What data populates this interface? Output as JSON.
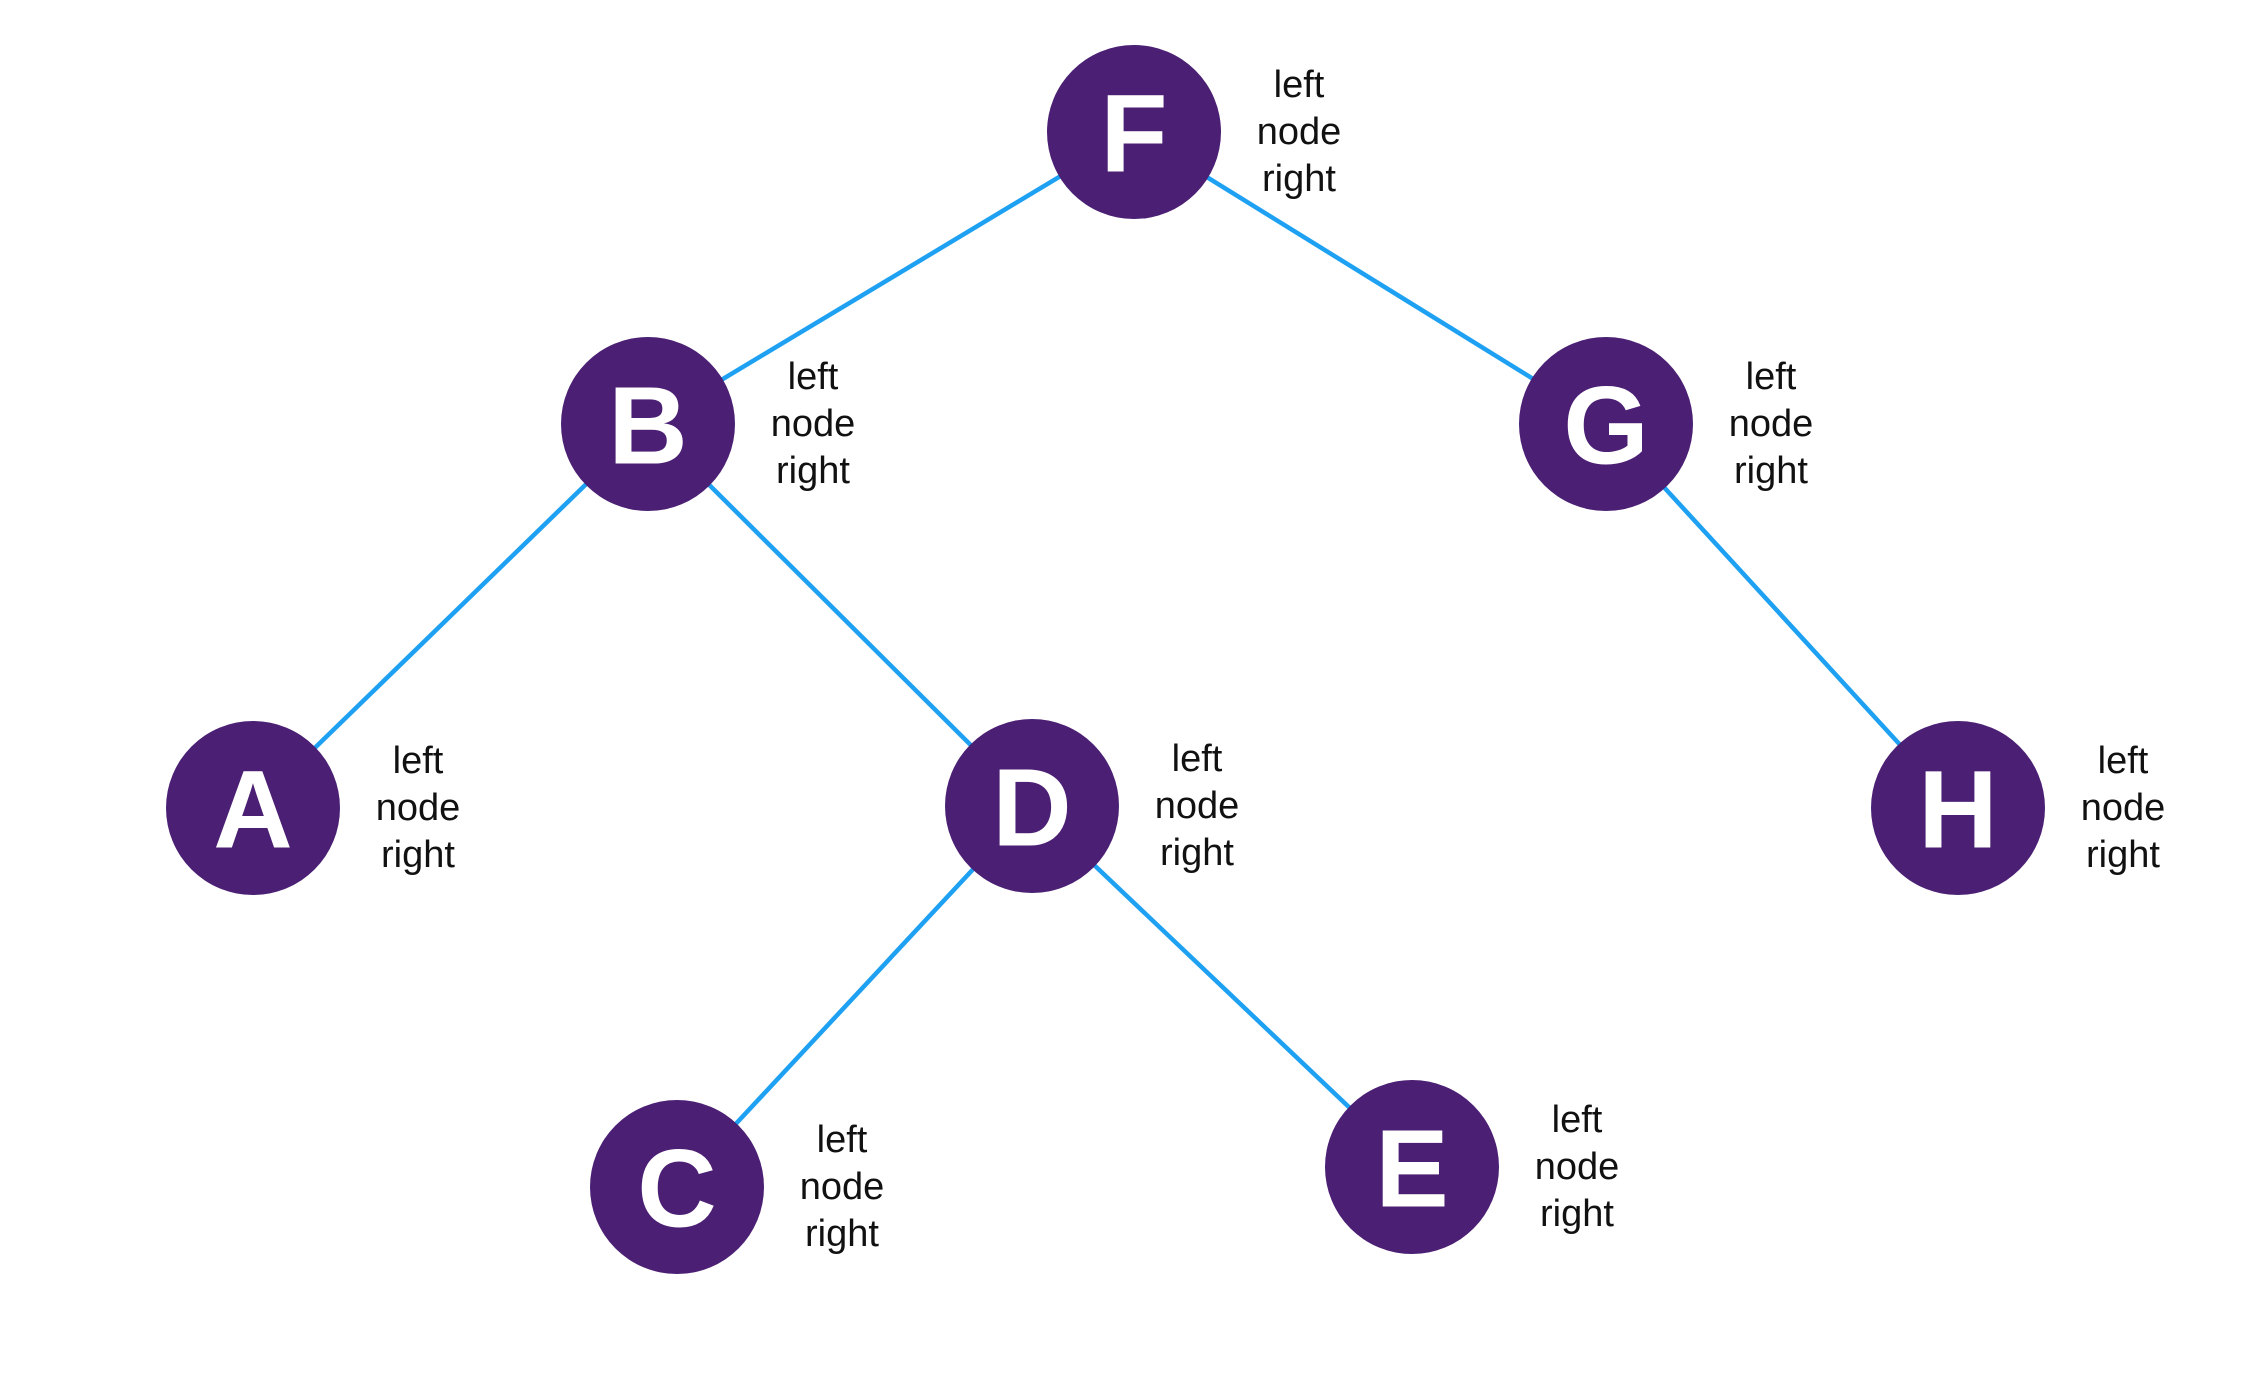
{
  "colors": {
    "node_fill": "#4b1f73",
    "node_text": "#ffffff",
    "edge": "#1ea1f2",
    "label_text": "#111111",
    "background": "#ffffff"
  },
  "field_labels": [
    "left",
    "node",
    "right"
  ],
  "nodes": [
    {
      "id": "F",
      "label": "F"
    },
    {
      "id": "B",
      "label": "B"
    },
    {
      "id": "G",
      "label": "G"
    },
    {
      "id": "A",
      "label": "A"
    },
    {
      "id": "D",
      "label": "D"
    },
    {
      "id": "H",
      "label": "H"
    },
    {
      "id": "C",
      "label": "C"
    },
    {
      "id": "E",
      "label": "E"
    }
  ],
  "edges": [
    {
      "from": "F",
      "to": "B"
    },
    {
      "from": "F",
      "to": "G"
    },
    {
      "from": "B",
      "to": "A"
    },
    {
      "from": "B",
      "to": "D"
    },
    {
      "from": "G",
      "to": "H"
    },
    {
      "from": "D",
      "to": "C"
    },
    {
      "from": "D",
      "to": "E"
    }
  ]
}
